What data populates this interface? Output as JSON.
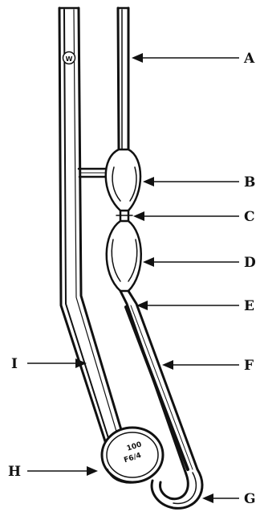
{
  "diagram": {
    "labels": {
      "A": "A",
      "B": "B",
      "C": "C",
      "D": "D",
      "E": "E",
      "F": "F",
      "G": "G",
      "H": "H",
      "I": "I"
    },
    "engravings": {
      "marker": "W",
      "size_line1": "100",
      "size_line2": "F6/4"
    }
  }
}
